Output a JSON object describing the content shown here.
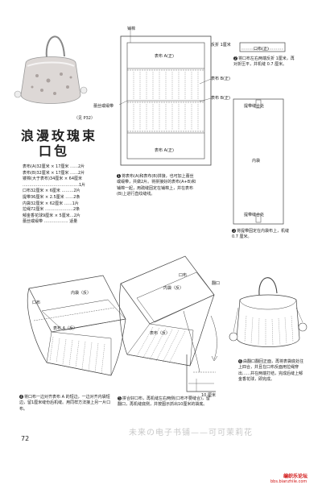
{
  "photo_caption": "（见 P32）",
  "title_line1": "浪漫玫瑰束",
  "title_line2": "口包",
  "materials": [
    "表布(A)32厘米 × 17厘米 ……2片",
    "表布(B)32厘米 × 17厘米 ……2片",
    "镂棉(大于表布)34厘米 × 64厘米",
    "……………………………………1片",
    "口布32厘米 × 6厘米 ………2片",
    "提带36厘米 × 2.5厘米 ……2条",
    "内袋32厘米 × 62厘米 ……1片",
    "拉绳72厘米 …………………2条",
    "郁金香花球9厘米 × 5厘米…2片",
    "蕾丝或缎带 ……………… 适量"
  ],
  "diagram1": {
    "label_batting": "铺棉",
    "label_lace": "蕾丝或缎带",
    "label_a_top": "表布 A(正)",
    "label_b1": "表布 B(正)",
    "label_b2": "表布 B(正)",
    "label_a_bottom": "表布 A(正)"
  },
  "step1": "将表布(A)和表布(B)拼接，也可加上蕾丝或缎带，共做2片。将拼接好的表布(A+B)和铺棉一起，用疏缝固定在铺棉上，并在表布(B)上进行直纹缝线。",
  "diagram2": {
    "label_fold": "反折 1厘米",
    "label_facing": "口布(正)",
    "label_handle_top": "提带缝合处",
    "label_lining": "内袋",
    "label_handle_bottom": "提带缝合处"
  },
  "step2": "将口布左右两端反折 1厘米，再对折压平，并机缝 0.7 厘米。",
  "step3": "将提带固定在内袋布上，机缝 0.7 厘米。",
  "diagram3": {
    "label_lining": "内袋（反）",
    "label_facing": "口布",
    "label_outer": "表布 A（反）"
  },
  "step4": "将口布一边对齐表布 A 的短边，一边对齐内袋短边，留1厘米缝份后机缝。用同样方法接上另一片口布。",
  "diagram4": {
    "label_facing": "口布",
    "label_lining": "内袋（反）",
    "label_fold": "翻口",
    "label_outer": "表布（反）",
    "label_measure": "10 厘米"
  },
  "step5": "拼合好口布，再机缝左右两侧(口布不要缝合)，留翻口，再机缝底侧，并按图示抓出10厘米的袋底。",
  "step6": "由翻口翻回正面，再将表袋底处往上四合，并且在口布反面用拉绳穿出……并在两端打结，完成后缝上郁金香花球，即完成。",
  "page_number": "72",
  "watermark": "未来の电子书铺——可可茉莉花",
  "brand": "编织乐论坛",
  "brand_url": "bbs.bianzhile.com"
}
